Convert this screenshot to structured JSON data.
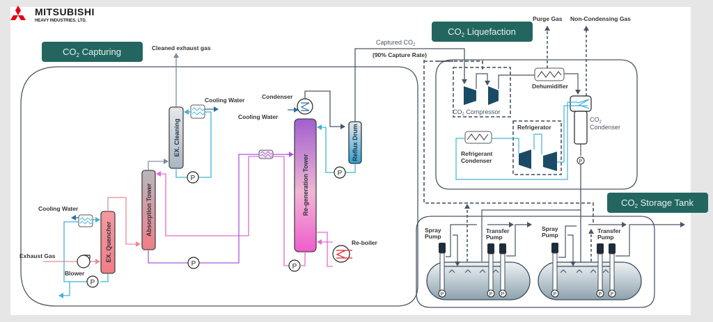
{
  "brand": {
    "company": "MITSUBISHI",
    "subtitle": "HEAVY INDUSTRIES, LTD.",
    "logo_color": "#e60012"
  },
  "colors": {
    "section_badge": "#23665f",
    "cooling_water": "#3fb2d9",
    "flue_gas": "#e88b95",
    "lean_solvent": "#e56ad0",
    "rich_solvent": "#a259d9",
    "co2_line": "#4b5664",
    "equipment_dark": "#1a4a66"
  },
  "sections": {
    "capturing": {
      "label_prefix": "CO",
      "label_sub": "2",
      "label_suffix": " Capturing"
    },
    "liquefaction": {
      "label_prefix": "CO",
      "label_sub": "2",
      "label_suffix": " Liquefaction"
    },
    "storage": {
      "label_prefix": "CO",
      "label_sub": "2",
      "label_suffix": " Storage Tank"
    }
  },
  "streams": {
    "cleaned_exhaust_gas": "Cleaned exhaust gas",
    "exhaust_gas": "Exhaust Gas",
    "cooling_water_1": "Cooling Water",
    "cooling_water_2": "Cooling Water",
    "cooling_water_3": "Cooling Water",
    "captured_co2_prefix": "Captured CO",
    "captured_co2_sub": "2",
    "capture_rate": "(90% Capture Rate)",
    "purge_gas": "Purge Gas",
    "non_condensing_gas": "Non-Condensing Gas"
  },
  "equipment": {
    "ex_quencher": "EX. Quencher",
    "blower": "Blower",
    "absorption_tower": "Absorption Tower",
    "ex_cleaning": "EX. Cleaning",
    "condenser": "Condenser",
    "regeneration_tower": "Re-generation Tower",
    "reflux_drum": "Reflux Drum",
    "reboiler": "Re-boiler",
    "co2_compressor_prefix": "CO",
    "co2_compressor_sub": "2",
    "co2_compressor_suffix": " Compressor",
    "dehumidifier": "Dehumidifier",
    "co2_condenser_prefix": "CO",
    "co2_condenser_sub": "2",
    "co2_condenser_suffix": "Condenser",
    "refrigerator": "Refrigerator",
    "refrigerant_condenser_line1": "Refrigerant",
    "refrigerant_condenser_line2": "Condenser",
    "spray_pump_line1": "Spray",
    "spray_pump_line2": "Pump",
    "transfer_pump_line1": "Transfer",
    "transfer_pump_line2": "Pump",
    "pump_symbol": "P"
  }
}
